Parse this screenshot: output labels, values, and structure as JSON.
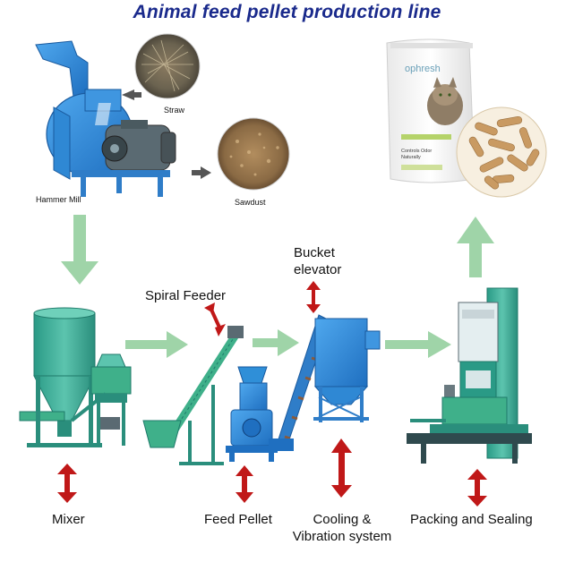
{
  "title": "Animal feed pellet production line",
  "stages": {
    "hammer_mill": "Hammer Mill",
    "straw": "Straw",
    "sawdust": "Sawdust",
    "spiral_feeder": "Spiral Feeder",
    "bucket_elevator_line1": "Bucket",
    "bucket_elevator_line2": "elevator",
    "mixer": "Mixer",
    "feed_pellet": "Feed Pellet",
    "cooling_line1": "Cooling &",
    "cooling_line2": "Vibration system",
    "packing": "Packing and Sealing"
  },
  "product_bag": {
    "brand": "ophresh",
    "line1": "Controls Odor",
    "line2": "Naturally"
  },
  "colors": {
    "title": "#1a2a8c",
    "flow_arrow": "#9fd4a8",
    "motion_arrow": "#c01818",
    "machine_blue": "#2f8fd8",
    "machine_teal": "#2fa898",
    "machine_green": "#3fb08a"
  }
}
